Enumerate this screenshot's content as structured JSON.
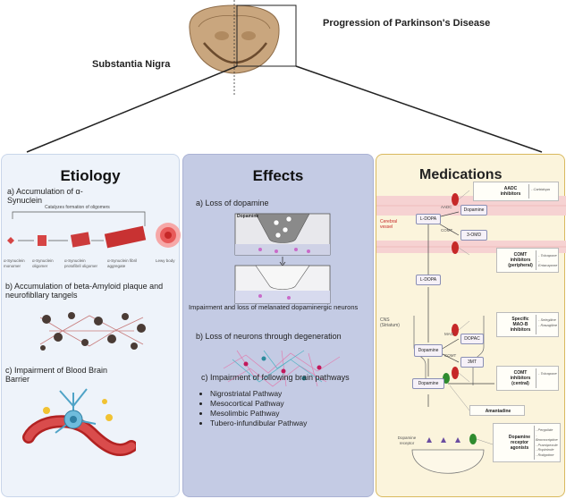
{
  "header": {
    "title": "Progression of Parkinson's Disease",
    "brain_label": "Substantia Nigra"
  },
  "etiology": {
    "title": "Etiology",
    "a_title": "a) Accumulation of α-Synuclein",
    "a_arrow_label": "Catalyzes formation of oligomers",
    "a_stages": [
      "α-Synuclein monomer",
      "α-Synuclein oligomer",
      "α-Synuclein protofibril oligomer",
      "α-Synuclein fibril aggregate",
      "Lewy body"
    ],
    "b_title": "b) Accumulation of beta-Amyloid plaque and neurofibllary tangels",
    "c_title": "c) Impairment of Blood Brain Barrier"
  },
  "effects": {
    "title": "Effects",
    "a_title": "a) Loss of dopamine",
    "dopamine_label": "Dopamine",
    "a_caption": "Impairment and loss of melanated dopaminergic neurons",
    "b_title": "b) Loss of neurons through degeneration",
    "c_title": "c) Impairment of following brain pathways",
    "pathways": [
      "Nigrostriatal Pathway",
      "Mesocortical Pathway",
      "Mesolimbic Pathway",
      "Tubero-infundibular Pathway"
    ]
  },
  "medications": {
    "title": "Medications",
    "cerebral_vessel": "Cerebral vessel",
    "cns": "CNS (Striatum)",
    "nodes": {
      "ldopa_top": "L-DOPA",
      "dopamine_top": "Dopamine",
      "omd": "3-OMD",
      "ldopa_mid": "L-DOPA",
      "dopamine_mid": "Dopamine",
      "dopac": "DOPAC",
      "mt3": "3MT",
      "dopamine_low": "Dopamine",
      "aadc_label": "AADC",
      "comt_label_top": "COMT",
      "mao_label": "MAO-",
      "comt_label_mid": "COMT",
      "receptor_label": "Dopamine receptor"
    },
    "drugs": [
      {
        "name": "AADC inhibitors",
        "list": [
          "- Carbidopa"
        ]
      },
      {
        "name": "COMT inhibitors (peripheral)",
        "list": [
          "- Tolcapone",
          "- Entacapone"
        ]
      },
      {
        "name": "Specific MAO-B inhibitors",
        "list": [
          "- Selegiline",
          "- Rasagiline"
        ]
      },
      {
        "name": "COMT inhibitors (central)",
        "list": [
          "- Tolcapone"
        ]
      },
      {
        "name": "Amantadine",
        "list": []
      },
      {
        "name": "Dopamine receptor agonists",
        "list": [
          "- Pergolide",
          "- Bromocriptine",
          "- Pramipexole",
          "- Ropinirole",
          "- Rotigotine"
        ]
      }
    ],
    "colors": {
      "inhibitor_red": "#c62828",
      "agonist_green": "#2e8b2e",
      "vessel_pink": "#f4c2c2"
    }
  }
}
